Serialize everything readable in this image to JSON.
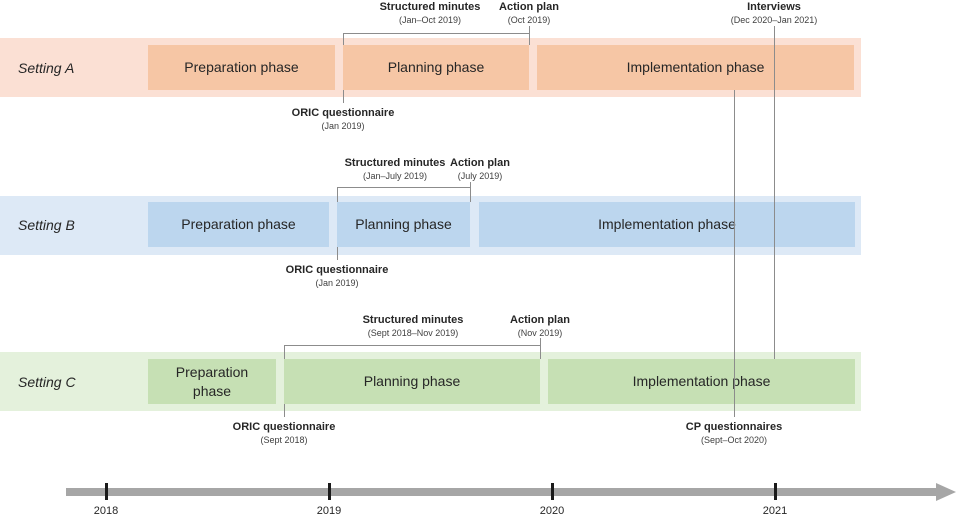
{
  "settings": [
    {
      "label": "Setting A",
      "band_color": "#fbe0d4",
      "phase_color": "#f6c6a5",
      "phases": [
        "Preparation phase",
        "Planning phase",
        "Implementation phase"
      ]
    },
    {
      "label": "Setting B",
      "band_color": "#dde9f6",
      "phase_color": "#bcd6ee",
      "phases": [
        "Preparation phase",
        "Planning phase",
        "Implementation phase"
      ]
    },
    {
      "label": "Setting C",
      "band_color": "#e4f1dc",
      "phase_color": "#c6e0b4",
      "phases": [
        "Preparation phase",
        "Planning phase",
        "Implementation phase"
      ]
    }
  ],
  "annotations": {
    "a_structured": {
      "title": "Structured minutes",
      "date": "(Jan–Oct 2019)"
    },
    "a_action": {
      "title": "Action plan",
      "date": "(Oct 2019)"
    },
    "a_oric": {
      "title": "ORIC questionnaire",
      "date": "(Jan 2019)"
    },
    "interviews": {
      "title": "Interviews",
      "date": "(Dec 2020–Jan 2021)"
    },
    "b_structured": {
      "title": "Structured minutes",
      "date": "(Jan–July 2019)"
    },
    "b_action": {
      "title": "Action plan",
      "date": "(July 2019)"
    },
    "b_oric": {
      "title": "ORIC questionnaire",
      "date": "(Jan 2019)"
    },
    "c_structured": {
      "title": "Structured minutes",
      "date": "(Sept 2018–Nov 2019)"
    },
    "c_action": {
      "title": "Action plan",
      "date": "(Nov 2019)"
    },
    "c_oric": {
      "title": "ORIC questionnaire",
      "date": "(Sept 2018)"
    },
    "cp": {
      "title": "CP questionnaires",
      "date": "(Sept–Oct 2020)"
    }
  },
  "timeline": {
    "years": [
      "2018",
      "2019",
      "2020",
      "2021"
    ],
    "axis_color": "#a6a6a6"
  }
}
